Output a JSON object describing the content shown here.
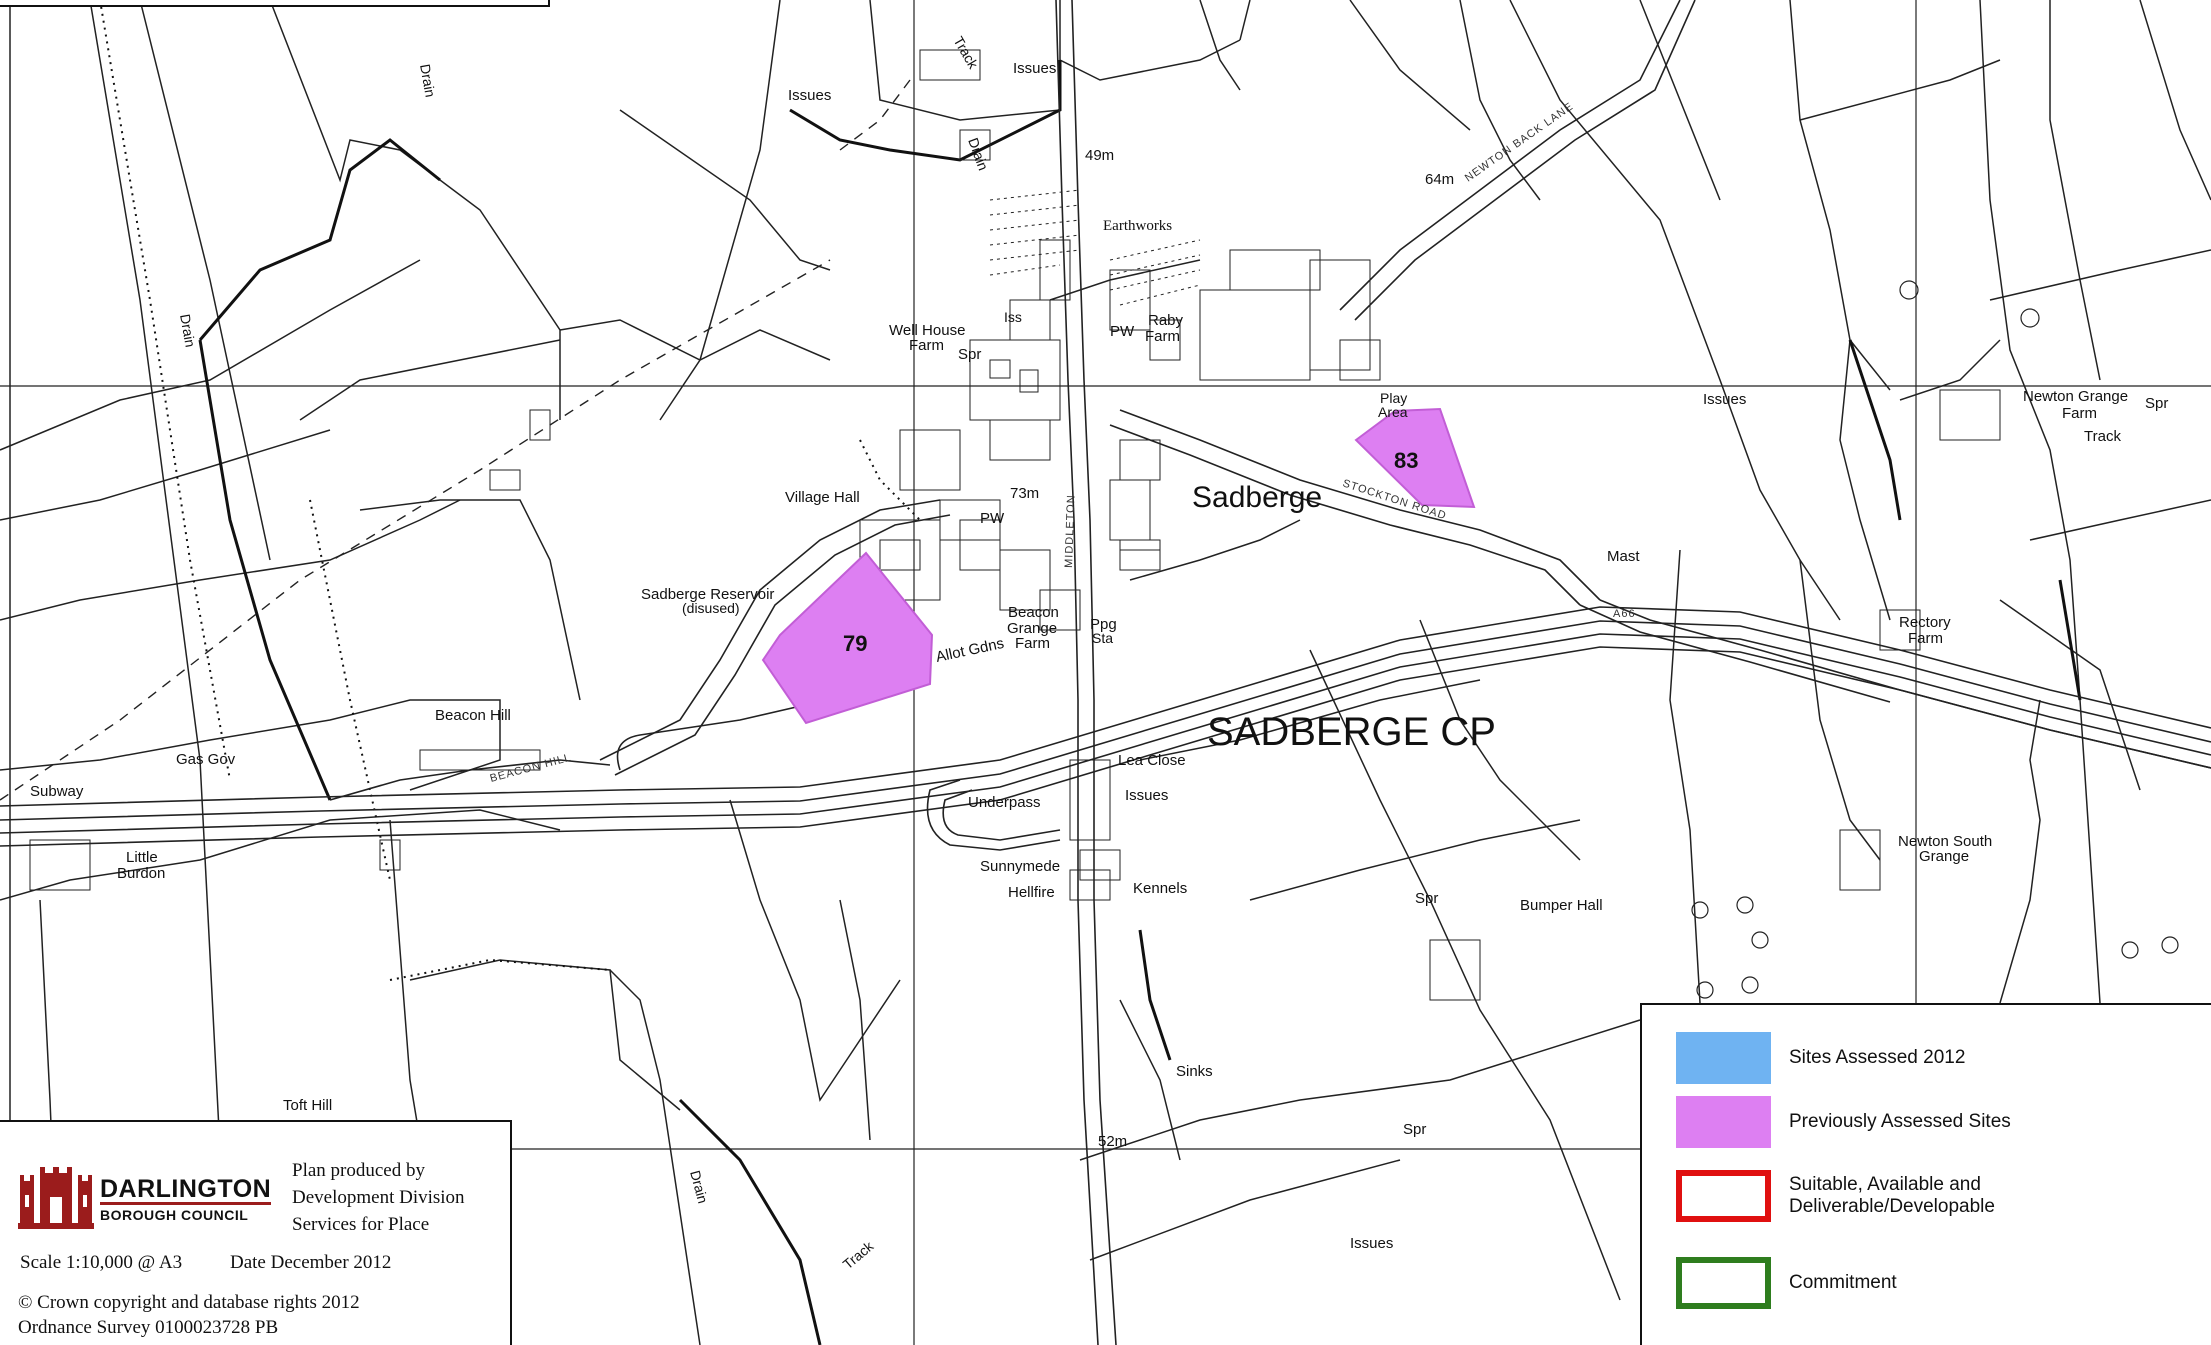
{
  "map": {
    "parish_label": "SADBERGE CP",
    "village_label": "Sadberge",
    "sites": [
      {
        "number": "79"
      },
      {
        "number": "83"
      }
    ],
    "labels": {
      "drain1": "Drain",
      "drain2": "Drain",
      "drain3": "Drain",
      "drain4": "Drain",
      "issues1": "Issues",
      "issues2": "Issues",
      "issues3": "Issues",
      "issues4": "Issues",
      "issues5": "Issues",
      "track1": "Track",
      "track2": "Track",
      "track3": "Track",
      "h49": "49m",
      "h64": "64m",
      "h73": "73m",
      "h52": "52m",
      "earthworks": "Earthworks",
      "wellhouse1": "Well House",
      "wellhouse2": "Farm",
      "raby1": "Raby",
      "raby2": "Farm",
      "pw1": "PW",
      "pw2": "PW",
      "iss": "Iss",
      "spr1": "Spr",
      "spr2": "Spr",
      "spr3": "Spr",
      "spr4": "Spr",
      "play1": "Play",
      "play2": "Area",
      "village_hall": "Village Hall",
      "reservoir1": "Sadberge Reservoir",
      "reservoir2": "(disused)",
      "allot": "Allot Gdns",
      "beacon_grange1": "Beacon",
      "beacon_grange2": "Grange",
      "beacon_grange3": "Farm",
      "ppg1": "Ppg",
      "ppg2": "Sta",
      "stockton_road": "STOCKTON ROAD",
      "newton_back_lane": "NEWTON BACK LANE",
      "middleton": "MIDDLETON",
      "mast": "Mast",
      "a66": "A66",
      "newton_grange1": "Newton Grange",
      "newton_grange2": "Farm",
      "rectory1": "Rectory",
      "rectory2": "Farm",
      "beacon_hill": "Beacon Hill",
      "beacon_hill_road": "BEACON HILL",
      "gas_gov": "Gas Gov",
      "subway": "Subway",
      "little_burdon1": "Little",
      "little_burdon2": "Burdon",
      "lea_close": "Lea Close",
      "underpass": "Underpass",
      "sunnymede": "Sunnymede",
      "hellfire": "Hellfire",
      "kennels": "Kennels",
      "bumper_hall": "Bumper Hall",
      "newton_south1": "Newton South",
      "newton_south2": "Grange",
      "sinks": "Sinks",
      "toft_hill": "Toft Hill"
    }
  },
  "legend": {
    "items": [
      {
        "label": "Sites Assessed 2012",
        "fill": "#6fb3f2",
        "border": "#6fb3f2"
      },
      {
        "label": "Previously Assessed Sites",
        "fill": "#dd7ff2",
        "border": "#dd7ff2"
      },
      {
        "label": "Suitable, Available and Deliverable/Developable",
        "fill": "#ffffff",
        "border": "#e01010"
      },
      {
        "label": "Commitment",
        "fill": "#ffffff",
        "border": "#2e7d1e"
      }
    ]
  },
  "titlebox": {
    "council_line1": "DARLINGTON",
    "council_line2": "BOROUGH COUNCIL",
    "produced_line1": "Plan produced by",
    "produced_line2": "Development Division",
    "produced_line3": "Services for Place",
    "scale": "Scale 1:10,000 @ A3",
    "date": "Date December 2012",
    "copyright1": "© Crown copyright and database rights 2012",
    "copyright2": "Ordnance Survey 0100023728 PB"
  },
  "colors": {
    "site_fill": "#dd7ff2",
    "council_red": "#9b1c1c"
  }
}
